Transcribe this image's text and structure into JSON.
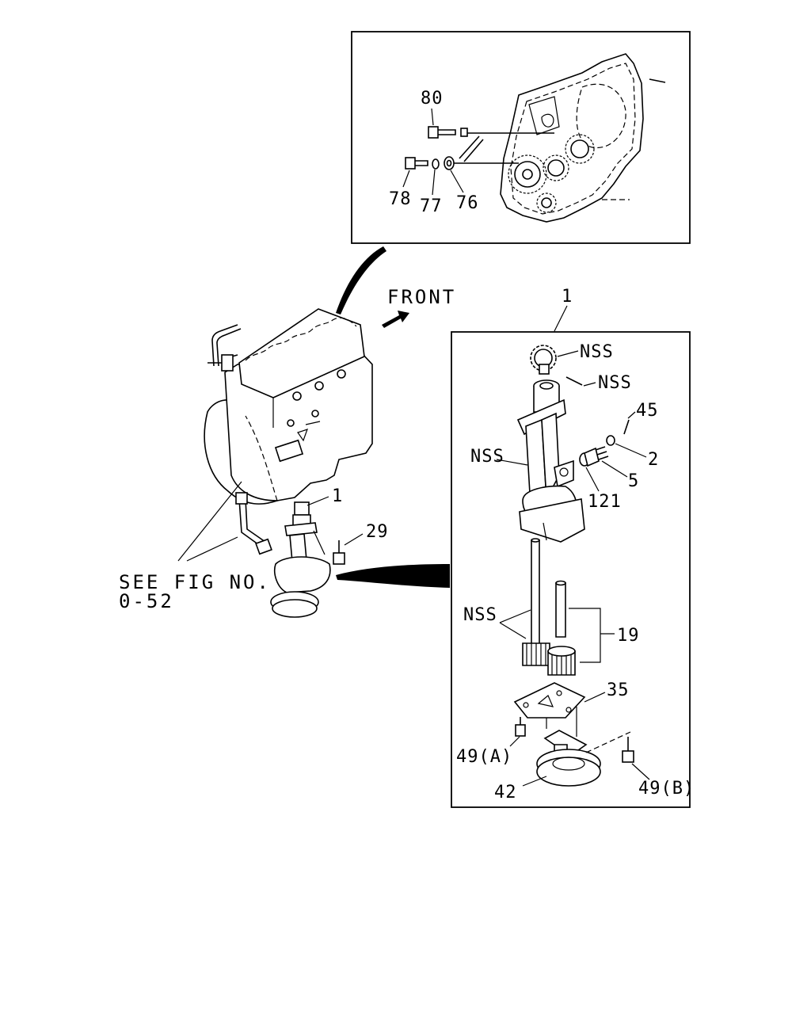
{
  "direction_label": "FRONT",
  "reference_note": {
    "line1": "SEE FIG NO.",
    "line2": "0-52"
  },
  "inset_labels": {
    "p80": "80",
    "p78": "78",
    "p77": "77",
    "p76": "76"
  },
  "engine_labels": {
    "p1": "1",
    "p29": "29"
  },
  "detail_labels": {
    "p1_top": "1",
    "nss_gear": "NSS",
    "nss_pin": "NSS",
    "p45": "45",
    "p2": "2",
    "nss_body": "NSS",
    "p5": "5",
    "p121": "121",
    "nss_shaft": "NSS",
    "p19": "19",
    "p35": "35",
    "p49a": "49(A)",
    "p42": "42",
    "p49b": "49(B)"
  }
}
